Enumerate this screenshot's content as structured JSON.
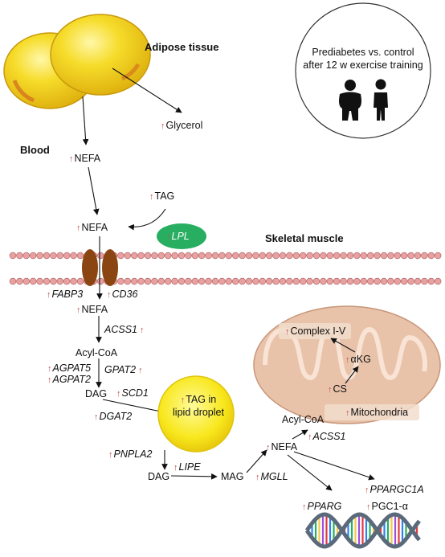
{
  "colors": {
    "upregulated": "#c0504d",
    "fat_cell": "#f2d21c",
    "lpl": "#27ae60",
    "fabp_cd36": "#8b4513",
    "membrane_head": "#e8a0a0",
    "lipid_droplet": "#f5e11a",
    "mitochondria": "#e8c2a9"
  },
  "labels": {
    "adipose_tissue": "Adipose tissue",
    "blood": "Blood",
    "skeletal_muscle": "Skeletal muscle",
    "glycerol": "Glycerol",
    "nefa_blood": "NEFA",
    "tag_blood": "TAG",
    "nefa_membrane": "NEFA",
    "lpl": "LPL",
    "fabp3": "FABP3",
    "cd36": "CD36",
    "nefa_cell": "NEFA",
    "acss1_top": "ACSS1",
    "acyl_coa_top": "Acyl-CoA",
    "agpat5": "AGPAT5",
    "agpat2": "AGPAT2",
    "gpat2": "GPAT2",
    "dag_top": "DAG",
    "scd1": "SCD1",
    "dgat2": "DGAT2",
    "tag_droplet": "TAG in lipid droplet",
    "pnpla2": "PNPLA2",
    "dag_bottom": "DAG",
    "lipe": "LIPE",
    "mag": "MAG",
    "mgll": "MGLL",
    "nefa_bottom": "NEFA",
    "acyl_coa_bottom": "Acyl-CoA",
    "acss1_bottom": "ACSS1",
    "cs": "CS",
    "akg": "αKG",
    "complex": "Complex I-V",
    "mitochondria": "Mitochondria",
    "pparg": "PPARG",
    "ppargc1a": "PPARGC1A",
    "pgc1a": "PGC1-α"
  },
  "legend": {
    "line1": "Prediabetes vs. control",
    "line2": "after 12 w exercise training",
    "icons": [
      "obese-person-icon",
      "lean-person-icon"
    ]
  }
}
